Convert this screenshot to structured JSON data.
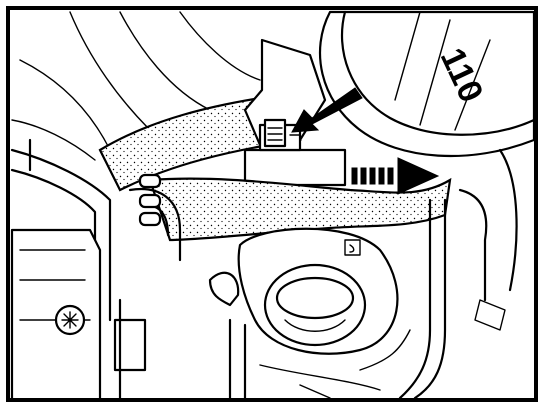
{
  "illustration": {
    "cap_marking": "110",
    "arrows": [
      {
        "name": "pointer-arrow",
        "points_to": "sensor-bolt"
      },
      {
        "name": "removal-direction-arrow",
        "style": "dashed-shaft"
      }
    ],
    "colors": {
      "ink": "#000000",
      "paper": "#ffffff"
    }
  }
}
